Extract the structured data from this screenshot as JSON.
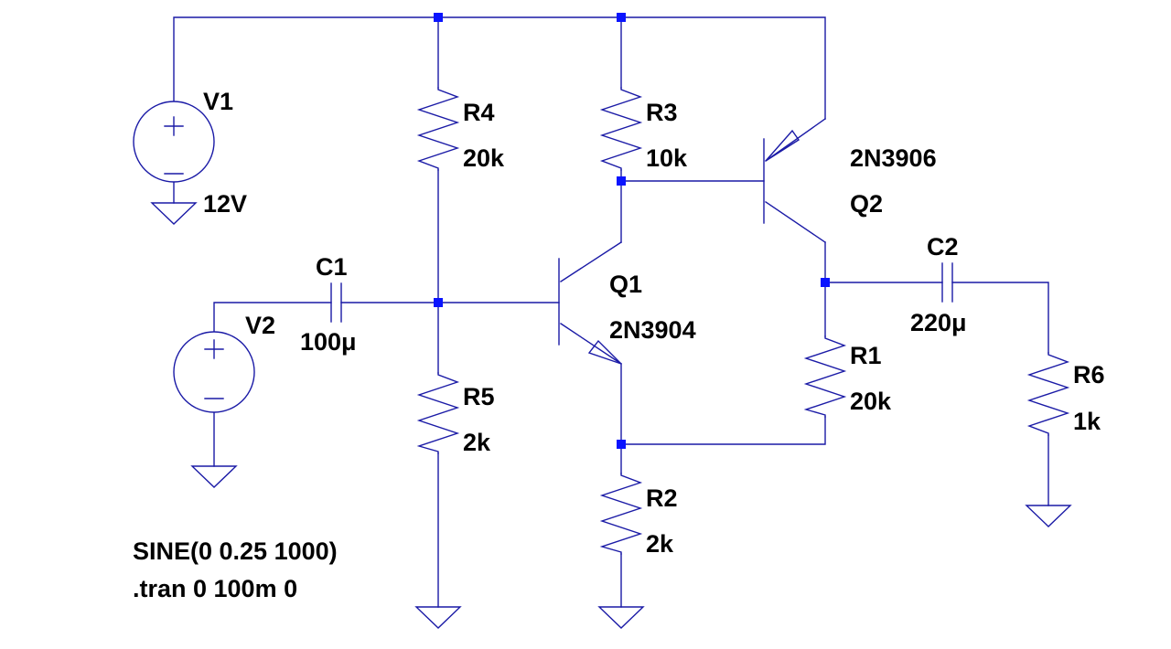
{
  "components": {
    "V1": {
      "name": "V1",
      "value": "12V"
    },
    "V2": {
      "name": "V2"
    },
    "R1": {
      "name": "R1",
      "value": "20k"
    },
    "R2": {
      "name": "R2",
      "value": "2k"
    },
    "R3": {
      "name": "R3",
      "value": "10k"
    },
    "R4": {
      "name": "R4",
      "value": "20k"
    },
    "R5": {
      "name": "R5",
      "value": "2k"
    },
    "R6": {
      "name": "R6",
      "value": "1k"
    },
    "C1": {
      "name": "C1",
      "value": "100μ"
    },
    "C2": {
      "name": "C2",
      "value": "220μ"
    },
    "Q1": {
      "name": "Q1",
      "model": "2N3904"
    },
    "Q2": {
      "name": "Q2",
      "model": "2N3906"
    }
  },
  "directives": {
    "source": "SINE(0 0.25 1000)",
    "analysis": ".tran 0 100m 0"
  },
  "colors": {
    "wire": "#1a1aa6",
    "junction": "#0a14ff",
    "text": "#000000",
    "background": "#ffffff"
  }
}
